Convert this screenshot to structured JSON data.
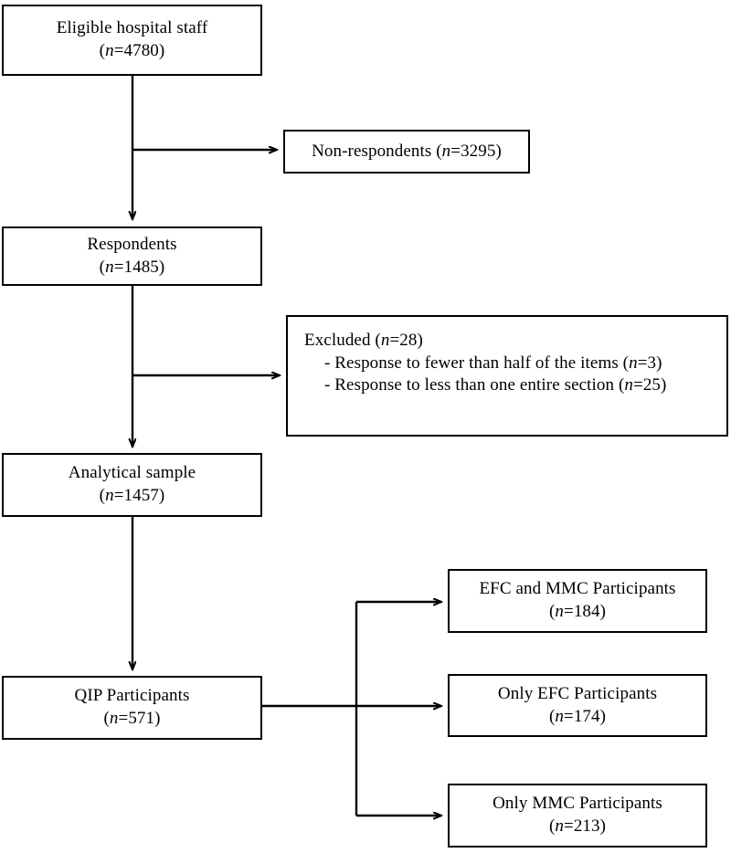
{
  "figure": {
    "type": "flowchart",
    "orientation": "top-down-with-right-branches",
    "line_color": "#000000",
    "box_fill": "#ffffff",
    "box_border_color": "#000000"
  },
  "nodes": {
    "eligible": {
      "label": "Eligible hospital staff",
      "n_prefix": "(",
      "n_symbol": "n",
      "n_value": "=4780)",
      "count": 4780,
      "count_text": "(n=4780)"
    },
    "nonrespondents": {
      "label": "Non-respondents",
      "n_symbol": "n",
      "n_value": "=3295)",
      "n_prefix": " (",
      "count": 3295,
      "count_text": "(n=3295)"
    },
    "respondents": {
      "label": "Respondents",
      "n_symbol": "n",
      "n_value": "=1485)",
      "n_prefix": "(",
      "count": 1485,
      "count_text": "(n=1485)"
    },
    "excluded": {
      "label": "Excluded",
      "n_symbol": "n",
      "n_prefix": " (",
      "n_value": "=28)",
      "count": 28,
      "count_text": "(n=28)",
      "reasons": [
        {
          "text": "- Response to fewer than half of the items",
          "n_symbol": "n",
          "n_prefix": " (",
          "n_value": "=3)",
          "count": 3,
          "count_text": "(n=3)"
        },
        {
          "text": "- Response to less than one entire section",
          "n_symbol": "n",
          "n_prefix": " (",
          "n_value": "=25)",
          "count": 25,
          "count_text": "(n=25)"
        }
      ]
    },
    "analytical": {
      "label": "Analytical sample",
      "n_symbol": "n",
      "n_prefix": "(",
      "n_value": "=1457)",
      "count": 1457,
      "count_text": "(n=1457)"
    },
    "qip": {
      "label": "QIP Participants",
      "n_symbol": "n",
      "n_prefix": "(",
      "n_value": "=571)",
      "count": 571,
      "count_text": "(n=571)"
    },
    "efc_and_mmc": {
      "label": "EFC and MMC Participants",
      "n_symbol": "n",
      "n_prefix": "(",
      "n_value": "=184)",
      "count": 184,
      "count_text": "(n=184)"
    },
    "only_efc": {
      "label": "Only EFC Participants",
      "n_symbol": "n",
      "n_prefix": "(",
      "n_value": "=174)",
      "count": 174,
      "count_text": "(n=174)"
    },
    "only_mmc": {
      "label": "Only MMC Participants",
      "n_symbol": "n",
      "n_prefix": "(",
      "n_value": "=213)",
      "count": 213,
      "count_text": "(n=213)"
    }
  },
  "edges": [
    {
      "from": "eligible",
      "to": "nonrespondents",
      "kind": "branch-right"
    },
    {
      "from": "eligible",
      "to": "respondents",
      "kind": "down"
    },
    {
      "from": "respondents",
      "to": "excluded",
      "kind": "branch-right"
    },
    {
      "from": "respondents",
      "to": "analytical",
      "kind": "down"
    },
    {
      "from": "analytical",
      "to": "qip",
      "kind": "down"
    },
    {
      "from": "qip",
      "to": "efc_and_mmc",
      "kind": "split-right-up"
    },
    {
      "from": "qip",
      "to": "only_efc",
      "kind": "split-right"
    },
    {
      "from": "qip",
      "to": "only_mmc",
      "kind": "split-right-down"
    }
  ]
}
